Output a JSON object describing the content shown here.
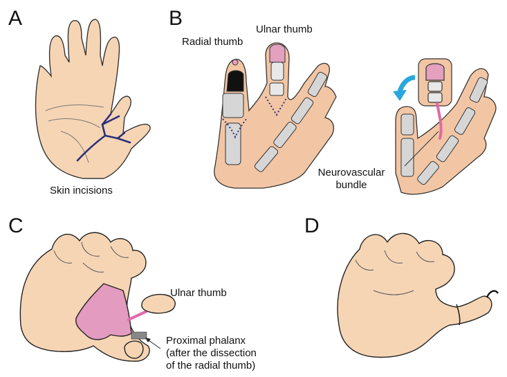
{
  "panels": {
    "a": {
      "letter": "A",
      "label": "Skin incisions"
    },
    "b": {
      "letter": "B",
      "radial_label": "Radial thumb",
      "ulnar_label": "Ulnar thumb",
      "bundle_label_line1": "Neurovascular",
      "bundle_label_line2": "bundle"
    },
    "c": {
      "letter": "C",
      "ulnar_label": "Ulnar thumb",
      "phalanx_line1": "Proximal phalanx",
      "phalanx_line2": "(after the dissection",
      "phalanx_line3": "of the radial thumb)"
    },
    "d": {
      "letter": "D"
    }
  },
  "colors": {
    "skin": "#f6d5b5",
    "skin_shadow": "#e7b08f",
    "bone": "#d6d6d6",
    "nail_pink": "#e3a0bf",
    "flap_pink": "#e39bc0",
    "incision": "#2b2f78",
    "arrow_blue": "#2aa7dd",
    "outline": "#222222"
  }
}
